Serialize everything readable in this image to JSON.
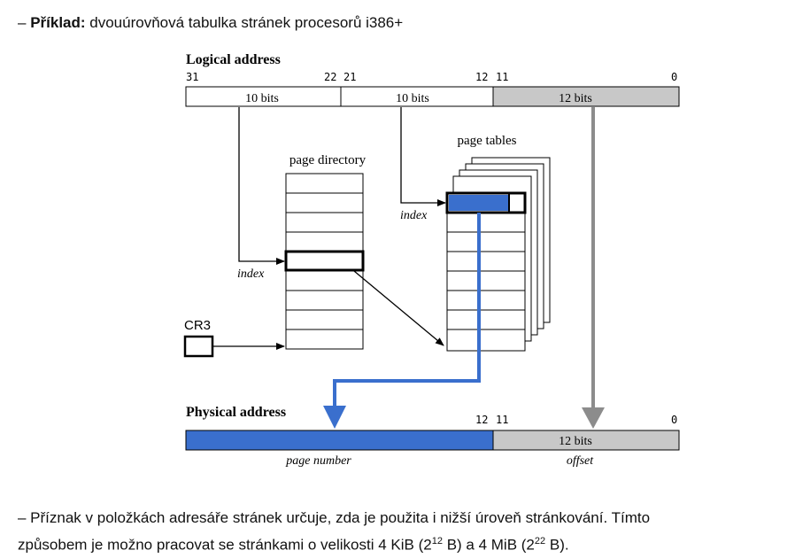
{
  "top_line": {
    "dash": "– ",
    "bold": "Příklad:",
    "rest": " dvouúrovňová tabulka stránek procesorů i386+"
  },
  "diagram": {
    "logical_title": "Logical address",
    "physical_title": "Physical address",
    "bit_31": "31",
    "bit_22": "22",
    "bit_21": "21",
    "bit_12": "12",
    "bit_11": "11",
    "bit_0": "0",
    "phys_bit_12": "12",
    "phys_bit_11": "11",
    "phys_bit_0": "0",
    "field_dir": "10 bits",
    "field_table": "10 bits",
    "field_offset": "12 bits",
    "phys_offset_bits": "12 bits",
    "page_directory": "page directory",
    "page_tables": "page tables",
    "index_dir": "index",
    "index_table": "index",
    "cr3": "CR3",
    "page_number": "page number",
    "offset": "offset",
    "colors": {
      "blue": "#3a6fcd",
      "gray": "#c8c8c8",
      "arrow_gray": "#8c8c8c"
    }
  },
  "bottom": {
    "line1": "– Příznak v položkách adresáře stránek určuje, zda je použita i nižší úroveň stránkování. Tímto",
    "line2_pre": "způsobem je možno pracovat se stránkami o velikosti 4 KiB (2",
    "exp1": "12",
    "line2_mid": " B) a 4 MiB (2",
    "exp2": "22",
    "line2_post": " B)."
  }
}
